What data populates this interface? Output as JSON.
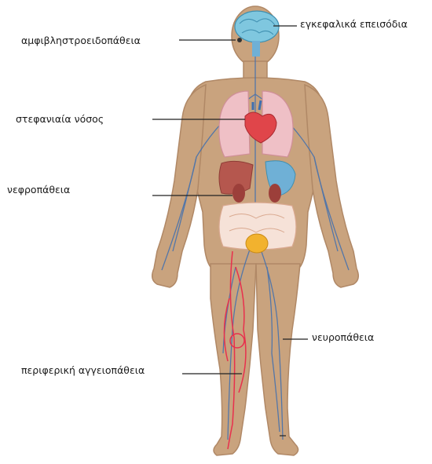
{
  "labels": {
    "brain": "εγκεφαλικά επεισόδια",
    "eye": "αμφιβληστροειδοπάθεια",
    "heart": "στεφανιαία νόσος",
    "kidney": "νεφροπάθεια",
    "nerve": "νευροπάθεια",
    "vessel": "περιφερική αγγειοπάθεια"
  },
  "colors": {
    "skin": "#c9a37e",
    "skin_edge": "#b08866",
    "brain": "#7fc7df",
    "lungs": "#efc0c6",
    "heart": "#e0454a",
    "liver": "#b5574e",
    "stomach": "#6fb0d6",
    "kidney": "#9c3f3a",
    "intestine": "#f6e2d8",
    "bladder": "#f2b22e",
    "nerve": "#3f6fb0",
    "artery": "#e8304d",
    "leader": "#222222"
  }
}
